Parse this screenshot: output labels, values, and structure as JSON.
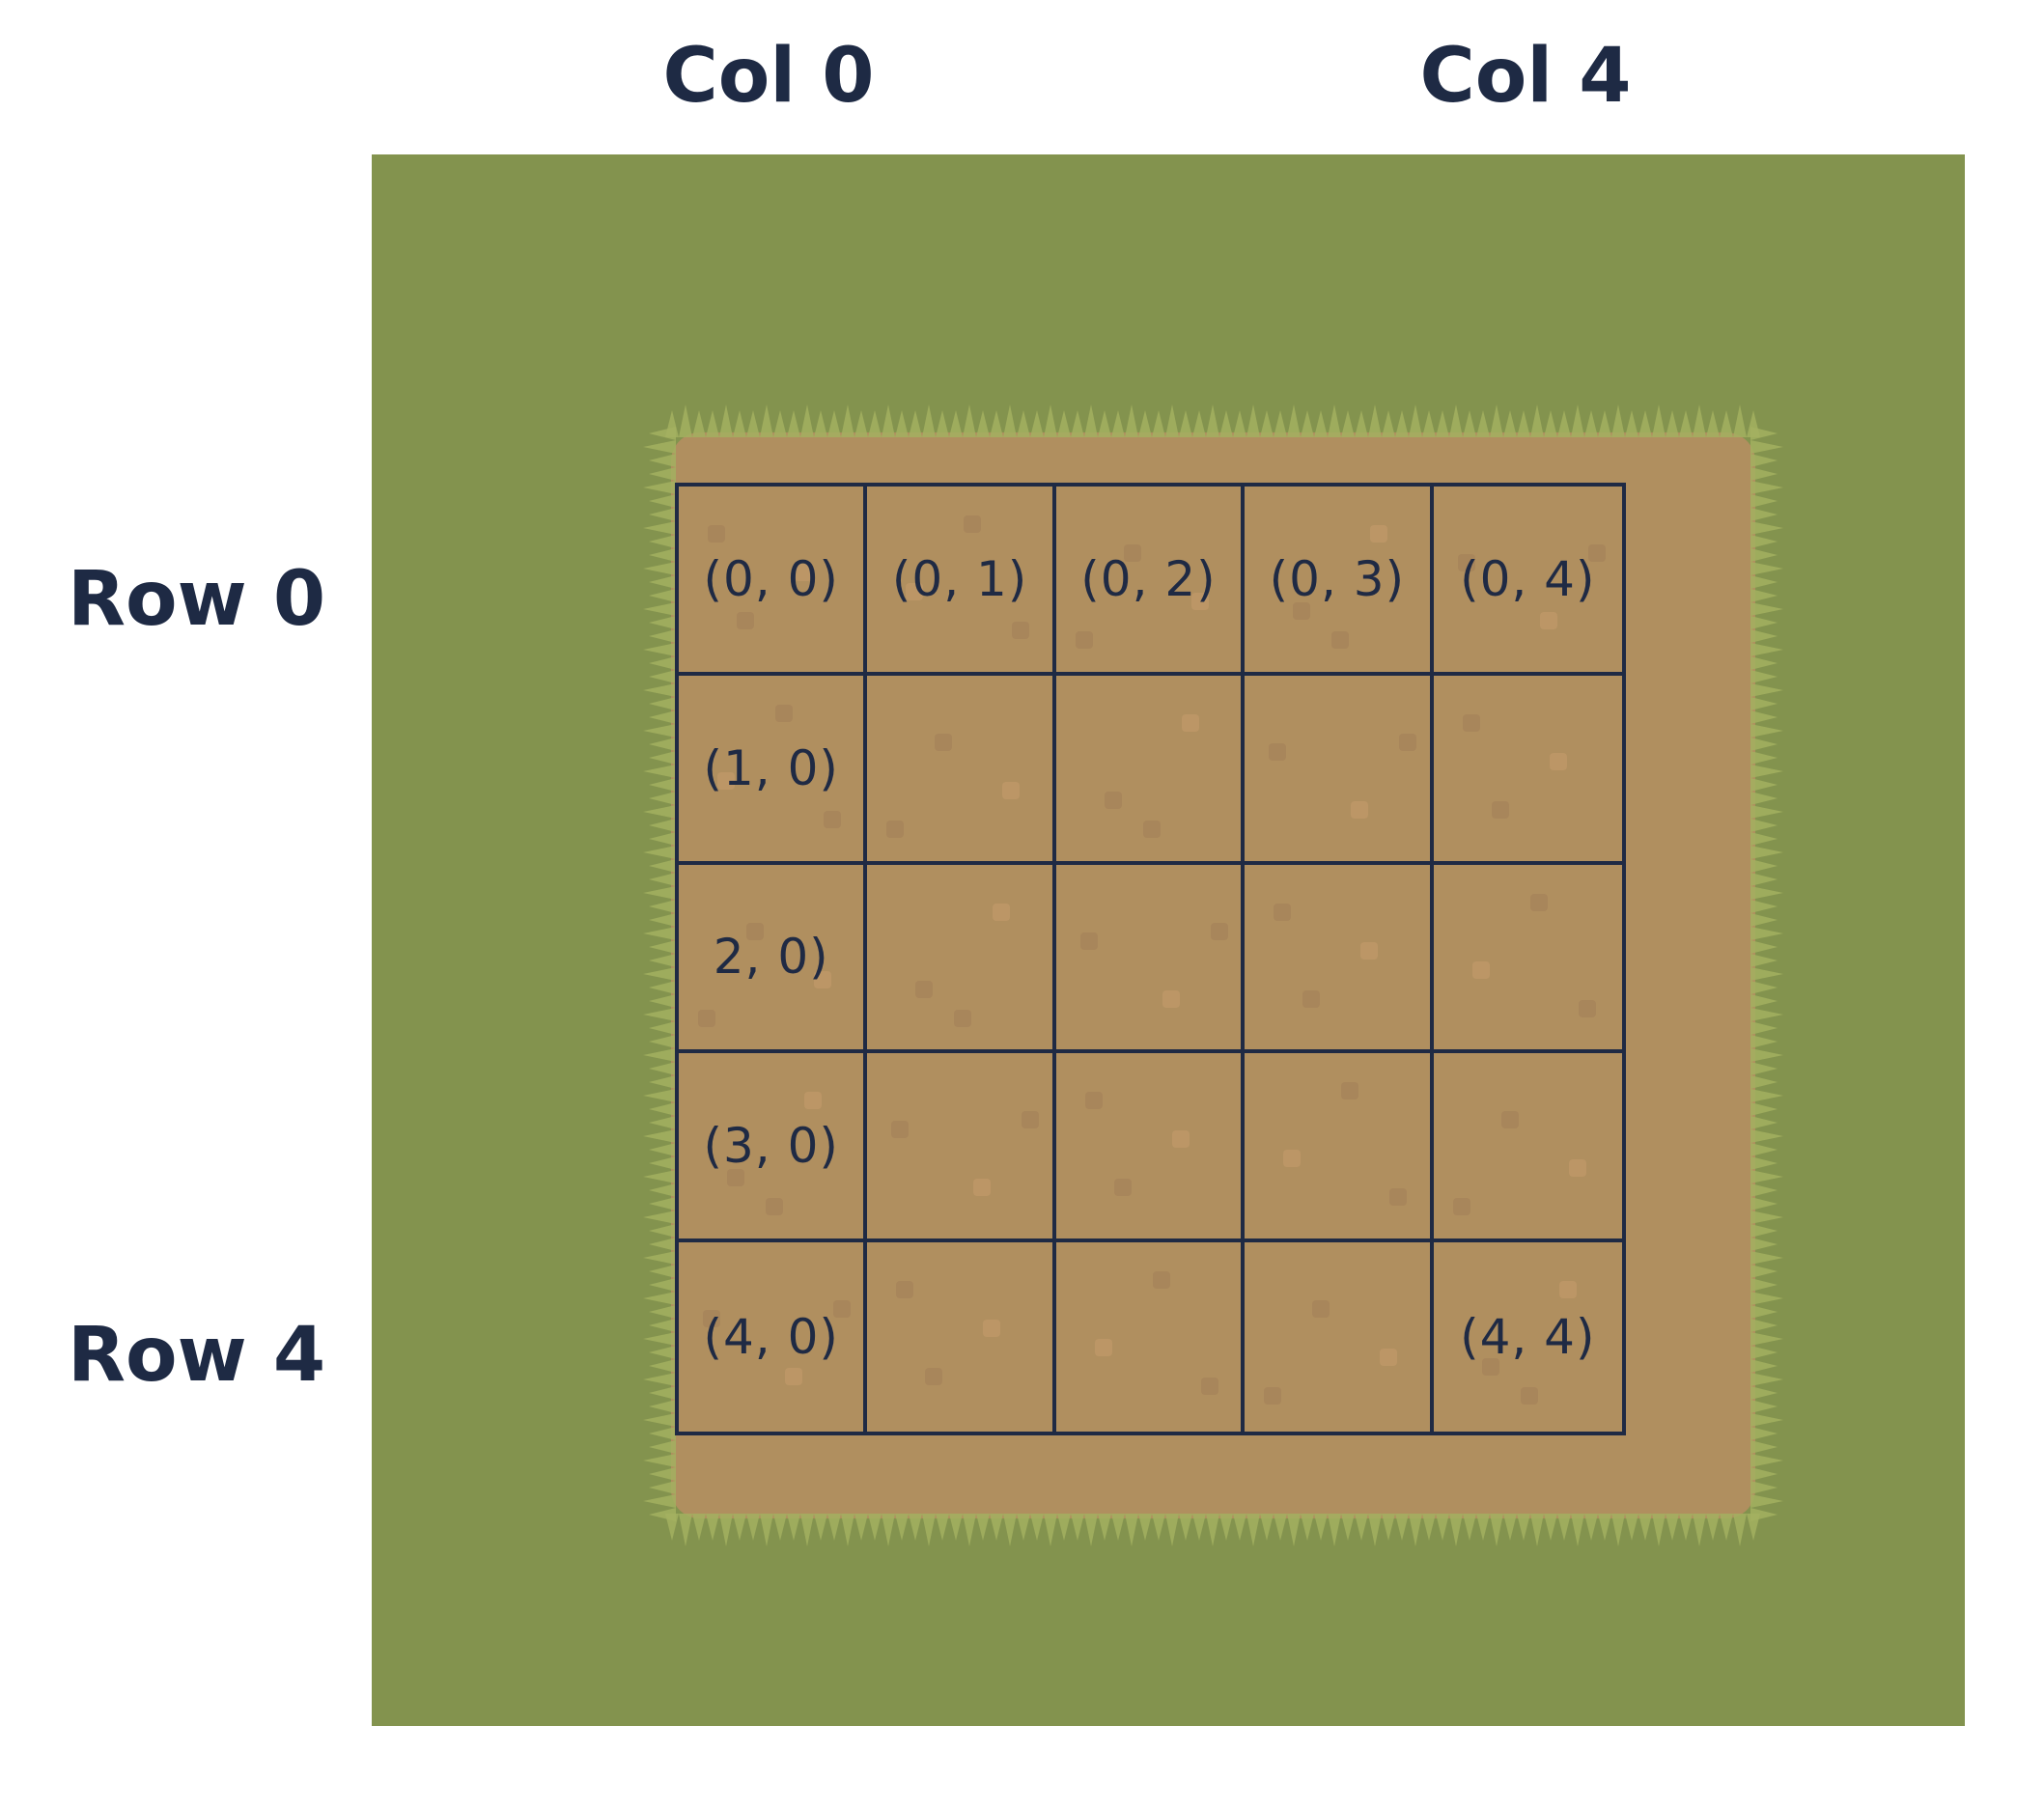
{
  "column_labels": {
    "first": "Col 0",
    "last": "Col 4"
  },
  "row_labels": {
    "first": "Row 0",
    "last": "Row 4"
  },
  "grid": {
    "rows": 5,
    "cols": 5,
    "cells": [
      [
        "(0, 0)",
        "(0, 1)",
        "(0, 2)",
        "(0, 3)",
        "(0, 4)"
      ],
      [
        "(1, 0)",
        "",
        "",
        "",
        ""
      ],
      [
        "2, 0)",
        "",
        "",
        "",
        ""
      ],
      [
        "(3, 0)",
        "",
        "",
        "",
        ""
      ],
      [
        "(4, 0)",
        "",
        "",
        "",
        "(4, 4)"
      ]
    ]
  },
  "colors": {
    "grass": "#83934e",
    "grass_tuft": "#a3b060",
    "dirt": "#b08f5f",
    "grid_lines": "#1f2a44",
    "text": "#1e2a44"
  }
}
